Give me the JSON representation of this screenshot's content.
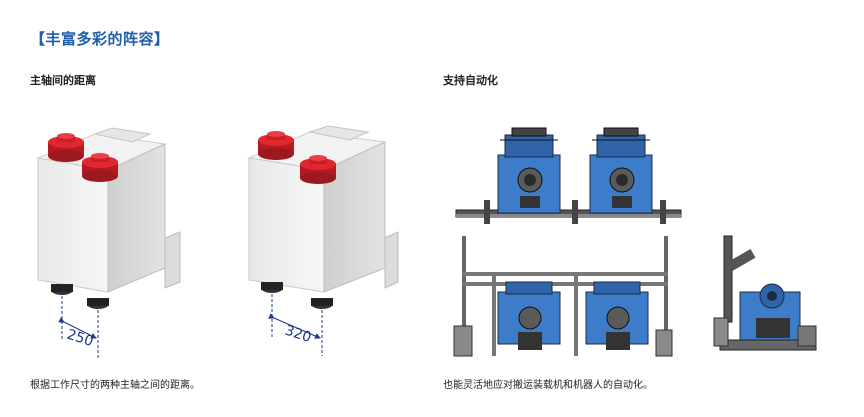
{
  "section_title": "【丰富多彩的阵容】",
  "left": {
    "heading": "主轴间的距离",
    "caption": "根据工作尺寸的两种主轴之间的距离。",
    "dim_a": "250",
    "dim_b": "320"
  },
  "right": {
    "heading": "支持自动化",
    "caption": "也能灵活地应对搬运装载机和机器人的自动化。"
  },
  "colors": {
    "title": "#1f5fa8",
    "cap": "#d8202a",
    "machine_blue": "#3d7cc9"
  }
}
